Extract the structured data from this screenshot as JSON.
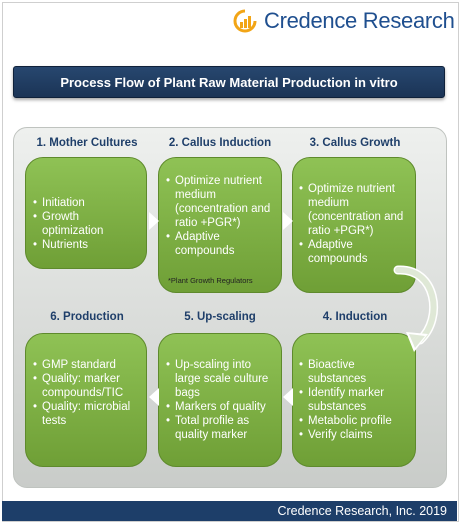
{
  "brand": {
    "name": "Credence Research"
  },
  "title": "Process Flow of Plant Raw Material Production in vitro",
  "steps": [
    {
      "title": "1. Mother Cultures",
      "items": [
        "Initiation",
        "Growth optimization",
        "Nutrients"
      ]
    },
    {
      "title": "2. Callus Induction",
      "items": [
        "Optimize nutrient medium (concentration and ratio +PGR*)",
        "Adaptive compounds"
      ]
    },
    {
      "title": "3. Callus Growth",
      "items": [
        "Optimize nutrient medium (concentration and ratio +PGR*)",
        "Adaptive compounds"
      ]
    },
    {
      "title": "4. Induction",
      "items": [
        "Bioactive substances",
        "Identify marker substances",
        "Metabolic profile",
        "Verify claims"
      ]
    },
    {
      "title": "5. Up-scaling",
      "items": [
        "Up-scaling into large scale culture bags",
        "Markers of quality",
        "Total profile as quality marker"
      ]
    },
    {
      "title": "6. Production",
      "items": [
        "GMP standard",
        "Quality: marker compounds/TIC",
        "Quality: microbial tests"
      ]
    }
  ],
  "note": "*Plant Growth Regulators",
  "footer": "Credence Research, Inc. 2019",
  "colors": {
    "navy": "#1b3456",
    "green": "#7fb142",
    "brand_orange": "#f2a516"
  }
}
